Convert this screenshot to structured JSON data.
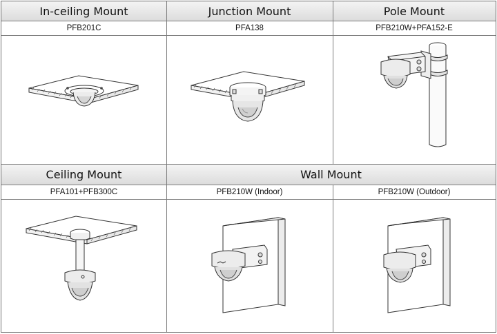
{
  "top_row": {
    "cells": [
      {
        "title": "In-ceiling Mount",
        "model": "PFB201C"
      },
      {
        "title": "Junction Mount",
        "model": "PFA138"
      },
      {
        "title": "Pole Mount",
        "model": "PFB210W+PFA152-E"
      }
    ]
  },
  "bottom_row": {
    "ceiling_title": "Ceiling Mount",
    "wall_title": "Wall Mount",
    "cells": [
      {
        "model": "PFA101+PFB300C"
      },
      {
        "model": "PFB210W (Indoor)"
      },
      {
        "model": "PFB210W (Outdoor)"
      }
    ]
  },
  "icons": [
    "in-ceiling-mount-drawing",
    "junction-mount-drawing",
    "pole-mount-drawing",
    "ceiling-mount-drawing",
    "wall-mount-indoor-drawing",
    "wall-mount-outdoor-drawing"
  ]
}
